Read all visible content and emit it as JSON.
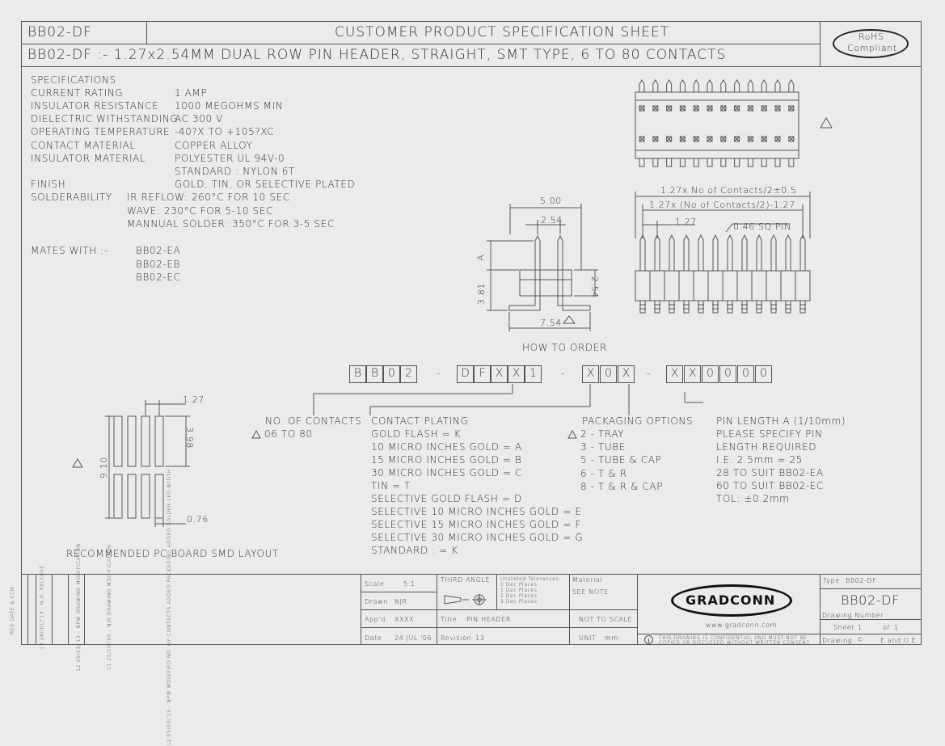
{
  "header": {
    "part_code": "BB02-DF",
    "sheet_title": "CUSTOMER PRODUCT SPECIFICATION SHEET",
    "subtitle": "BB02-DF :- 1.27x2.54MM DUAL ROW PIN HEADER, STRAIGHT, SMT TYPE, 6 TO 80 CONTACTS",
    "rohs_line1": "RoHS",
    "rohs_line2": "Compliant"
  },
  "specs": {
    "heading": "SPECIFICATIONS",
    "rows": [
      {
        "label": "CURRENT RATING",
        "value": "1 AMP"
      },
      {
        "label": "INSULATOR RESISTANCE",
        "value": "1000 MEGOHMS MIN"
      },
      {
        "label": "DIELECTRIC WITHSTANDING",
        "value": "AC 300 V"
      },
      {
        "label": "OPERATING TEMPERATURE",
        "value": "-40?X TO +105?XC"
      },
      {
        "label": "CONTACT MATERIAL",
        "value": "COPPER ALLOY"
      },
      {
        "label": "INSULATOR MATERIAL",
        "value": "POLYESTER UL 94V-0"
      },
      {
        "label": "",
        "value": "STANDARD : NYLON 6T"
      },
      {
        "label": "FINISH",
        "value": "GOLD, TIN, OR SELECTIVE PLATED"
      }
    ],
    "solder_label": "SOLDERABILITY",
    "solder_lines": [
      "IR REFLOW: 260°C FOR 10 SEC",
      "WAVE: 230°C FOR 5-10 SEC",
      "MANNUAL SOLDER: 350°C FOR 3-5 SEC"
    ],
    "mates_label": "MATES WITH :-",
    "mates": [
      "BB02-EA",
      "BB02-EB",
      "BB02-EC"
    ]
  },
  "side_view": {
    "dim_5_00": "5.00",
    "dim_2_54_top": "2.54",
    "dim_a": "A",
    "dim_3_81": "3.81",
    "dim_2_54_right": "2.54",
    "dim_7_54": "7.54"
  },
  "front_view": {
    "dim_total": "1.27x No of Contacts/2±0.5",
    "dim_inner": "1.27x (No of Contacts/2)-1.27",
    "dim_pitch": "1.27",
    "dim_pin": "0.46 SQ PIN"
  },
  "order": {
    "heading": "HOW TO ORDER",
    "boxes": [
      "B",
      "B",
      "0",
      "2",
      "-",
      "D",
      "F",
      "X",
      "X",
      "1",
      "-",
      "X",
      "0",
      "X",
      "-",
      "X",
      "X",
      "0",
      "0",
      "0",
      "0"
    ],
    "contacts_title": "NO. OF CONTACTS",
    "contacts_range": "06 TO 80",
    "plating_title": "CONTACT PLATING",
    "plating_lines": [
      "GOLD FLASH = K",
      "10 MICRO INCHES GOLD = A",
      "15 MICRO INCHES GOLD = B",
      "30 MICRO INCHES GOLD = C",
      "TIN = T",
      "SELECTIVE GOLD FLASH = D",
      "SELECTIVE 10 MICRO INCHES GOLD = E",
      "SELECTIVE 15 MICRO INCHES GOLD = F",
      "SELECTIVE 30 MICRO INCHES GOLD = G",
      "STANDARD : = K"
    ],
    "packaging_title": "PACKAGING OPTIONS",
    "packaging_lines": [
      "2 - TRAY",
      "3 - TUBE",
      "5 - TUBE & CAP",
      "6 - T & R",
      "8 - T & R & CAP"
    ],
    "pin_title": "PIN LENGTH  A (1/10mm)",
    "pin_lines": [
      "PLEASE SPECIFY PIN",
      "LENGTH REQUIRED",
      "I.E. 2.5mm = 25",
      "28 TO SUIT BB02-EA",
      "60 TO SUIT BB02-EC",
      "TOL: ±0.2mm"
    ]
  },
  "pcb": {
    "dim_1_27": "1.27",
    "dim_3_98": "3.98",
    "dim_9_10": "9.10",
    "dim_0_76": "0.76",
    "caption": "RECOMMENDED PC BOARD SMD LAYOUT"
  },
  "title_block": {
    "rev_header": "REV    DATE & ECN",
    "revs": [
      "13  24/JUL/'13 - N.D. RELEASE",
      "12  05/03/'13 - NPW\nDRAWING MODIFICATION",
      "12  05/03/'13 - NPW\nMODIFIED NO. OF CONTACTS\nADDED PACKAGING\nADDED SOLDER LEG WIDTH",
      "11  25/10/'06 - NJR\nDRAWING MODIFICATION"
    ],
    "scale_label": "Scale",
    "scale_value": "5:1",
    "drawn_label": "Drawn",
    "drawn_value": "NJR",
    "appd_label": "App'd",
    "appd_value": "XXXX",
    "date_label": "Date",
    "date_value": "24 JUL '06",
    "third_angle": "THIRD ANGLE",
    "tolerances_header": "Unstated    Tolerances:",
    "tolerances": [
      "0 Dec Places",
      "1 Dec Places",
      "2 Dec Places",
      "3 Dec Places"
    ],
    "title_label": "Title",
    "title_value": "PIN HEADER",
    "revision_label": "Revision",
    "revision_value": "13",
    "material_label": "Material",
    "material_value": "SEE NOTE",
    "not_to_scale": "NOT TO SCALE",
    "unit_label": "UNIT",
    "unit_value": "mm",
    "company": "GRADCONN",
    "website": "www.gradconn.com",
    "confidential1": "THIS DRAWING IS CONFIDENTIAL AND MUST NOT BE",
    "confidential2": "COPIED OR DISCLOSED WITHOUT WRITTEN CONSENT",
    "type_label": "Type",
    "type_value": "BB02-DF",
    "drawing_code": "BB02-DF",
    "drawing_number_label": "Drawing Number",
    "sheet_label": "Sheet",
    "sheet_value": "1",
    "of_label": "of",
    "of_value": "1",
    "drawing_label": "Drawing",
    "copyright": "©",
    "drawing_owner": "E and O.E"
  }
}
